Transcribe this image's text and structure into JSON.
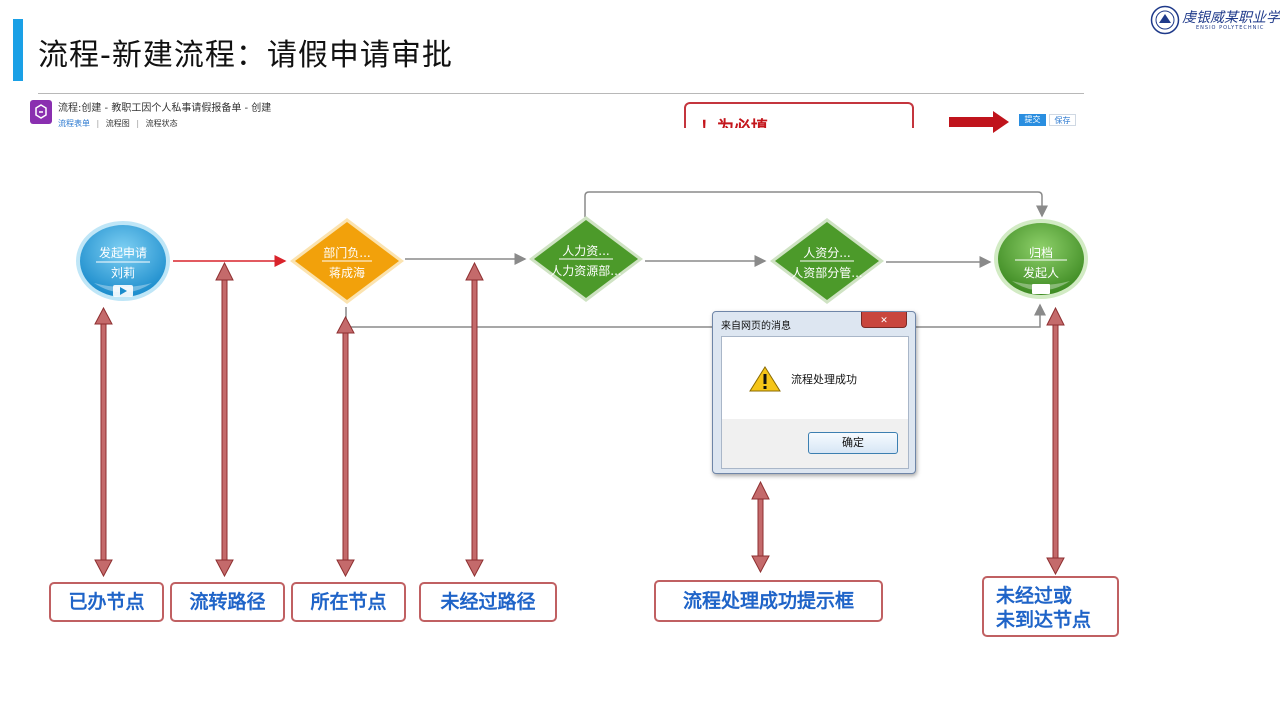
{
  "slide": {
    "title": "流程-新建流程：请假申请审批",
    "logo": {
      "text": "虔银威某职业学院",
      "subtitle": "ENSIO POLYTECHNIC"
    }
  },
  "app": {
    "title": "流程:创建 - 教职工因个人私事请假报备单 - 创建",
    "tabs": [
      "流程表单",
      "流程图",
      "流程状态"
    ],
    "required_note": "！为必填",
    "buttons": {
      "submit": "提交",
      "save": "保存"
    }
  },
  "flow": {
    "nodes": [
      {
        "id": "start",
        "line1": "发起申请",
        "line2": "刘莉"
      },
      {
        "id": "dept",
        "line1": "部门负...",
        "line2": "蒋成海"
      },
      {
        "id": "hr1",
        "line1": "人力资...",
        "line2": "人力资源部..."
      },
      {
        "id": "hr2",
        "line1": "人资分...",
        "line2": "人资部分管..."
      },
      {
        "id": "archive",
        "line1": "归档",
        "line2": "发起人"
      }
    ],
    "colors": {
      "done": "#36a7e0",
      "current": "#f2a10b",
      "pending": "#4c9a2a",
      "arrow": "#b0413e",
      "path_red": "#d9232b",
      "path_gray": "#8a8a8a"
    }
  },
  "dialog": {
    "title": "来自网页的消息",
    "close_label": "✕",
    "icon": "warning-icon",
    "message": "流程处理成功",
    "ok_label": "确定"
  },
  "labels": {
    "done_node": "已办节点",
    "flow_path": "流转路径",
    "current_node": "所在节点",
    "unvisited_path": "未经过路径",
    "success_dialog": "流程处理成功提示框",
    "unvisited_node_l1": "未经过或",
    "unvisited_node_l2": "未到达节点"
  }
}
